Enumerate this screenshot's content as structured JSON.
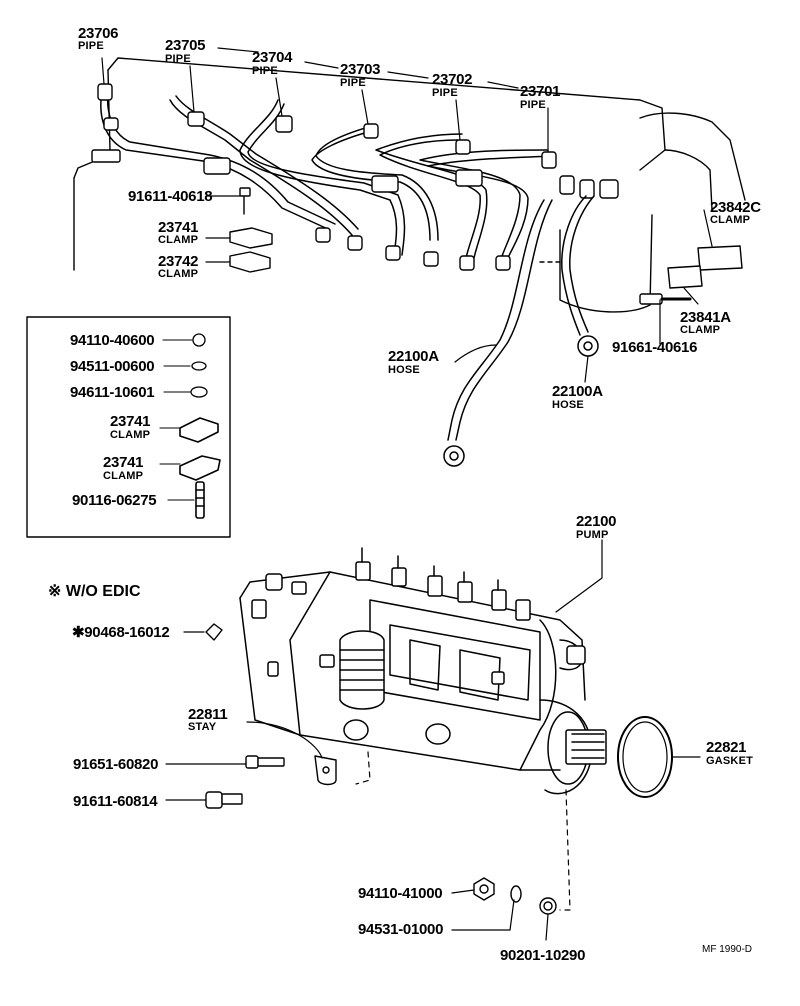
{
  "parts": {
    "p23706": {
      "num": "23706",
      "name": "PIPE"
    },
    "p23705": {
      "num": "23705",
      "name": "PIPE"
    },
    "p23704": {
      "num": "23704",
      "name": "PIPE"
    },
    "p23703": {
      "num": "23703",
      "name": "PIPE"
    },
    "p23702": {
      "num": "23702",
      "name": "PIPE"
    },
    "p23701": {
      "num": "23701",
      "name": "PIPE"
    },
    "p23842c": {
      "num": "23842C",
      "name": "CLAMP"
    },
    "p91611_40618": {
      "num": "91611-40618"
    },
    "p23741a": {
      "num": "23741",
      "name": "CLAMP"
    },
    "p23742": {
      "num": "23742",
      "name": "CLAMP"
    },
    "p23841a": {
      "num": "23841A",
      "name": "CLAMP"
    },
    "p91661_40616": {
      "num": "91661-40616"
    },
    "p22100a_left": {
      "num": "22100A",
      "name": "HOSE"
    },
    "p22100a_right": {
      "num": "22100A",
      "name": "HOSE"
    },
    "p22100": {
      "num": "22100",
      "name": "PUMP"
    },
    "p22811": {
      "num": "22811",
      "name": "STAY"
    },
    "p91651_60820": {
      "num": "91651-60820"
    },
    "p91611_60814": {
      "num": "91611-60814"
    },
    "p22821": {
      "num": "22821",
      "name": "GASKET"
    },
    "p94110_41000": {
      "num": "94110-41000"
    },
    "p94531_01000": {
      "num": "94531-01000"
    },
    "p90201_10290": {
      "num": "90201-10290"
    },
    "p90468_16012": {
      "num": "✱90468-16012"
    }
  },
  "inset": {
    "p94110_40600": {
      "num": "94110-40600"
    },
    "p94511_00600": {
      "num": "94511-00600"
    },
    "p94611_10601": {
      "num": "94611-10601"
    },
    "p23741_b": {
      "num": "23741",
      "name": "CLAMP"
    },
    "p23741_c": {
      "num": "23741",
      "name": "CLAMP"
    },
    "p90116_06275": {
      "num": "90116-06275"
    }
  },
  "note": "※ W/O EDIC",
  "figure_code": "MF 1990-D"
}
